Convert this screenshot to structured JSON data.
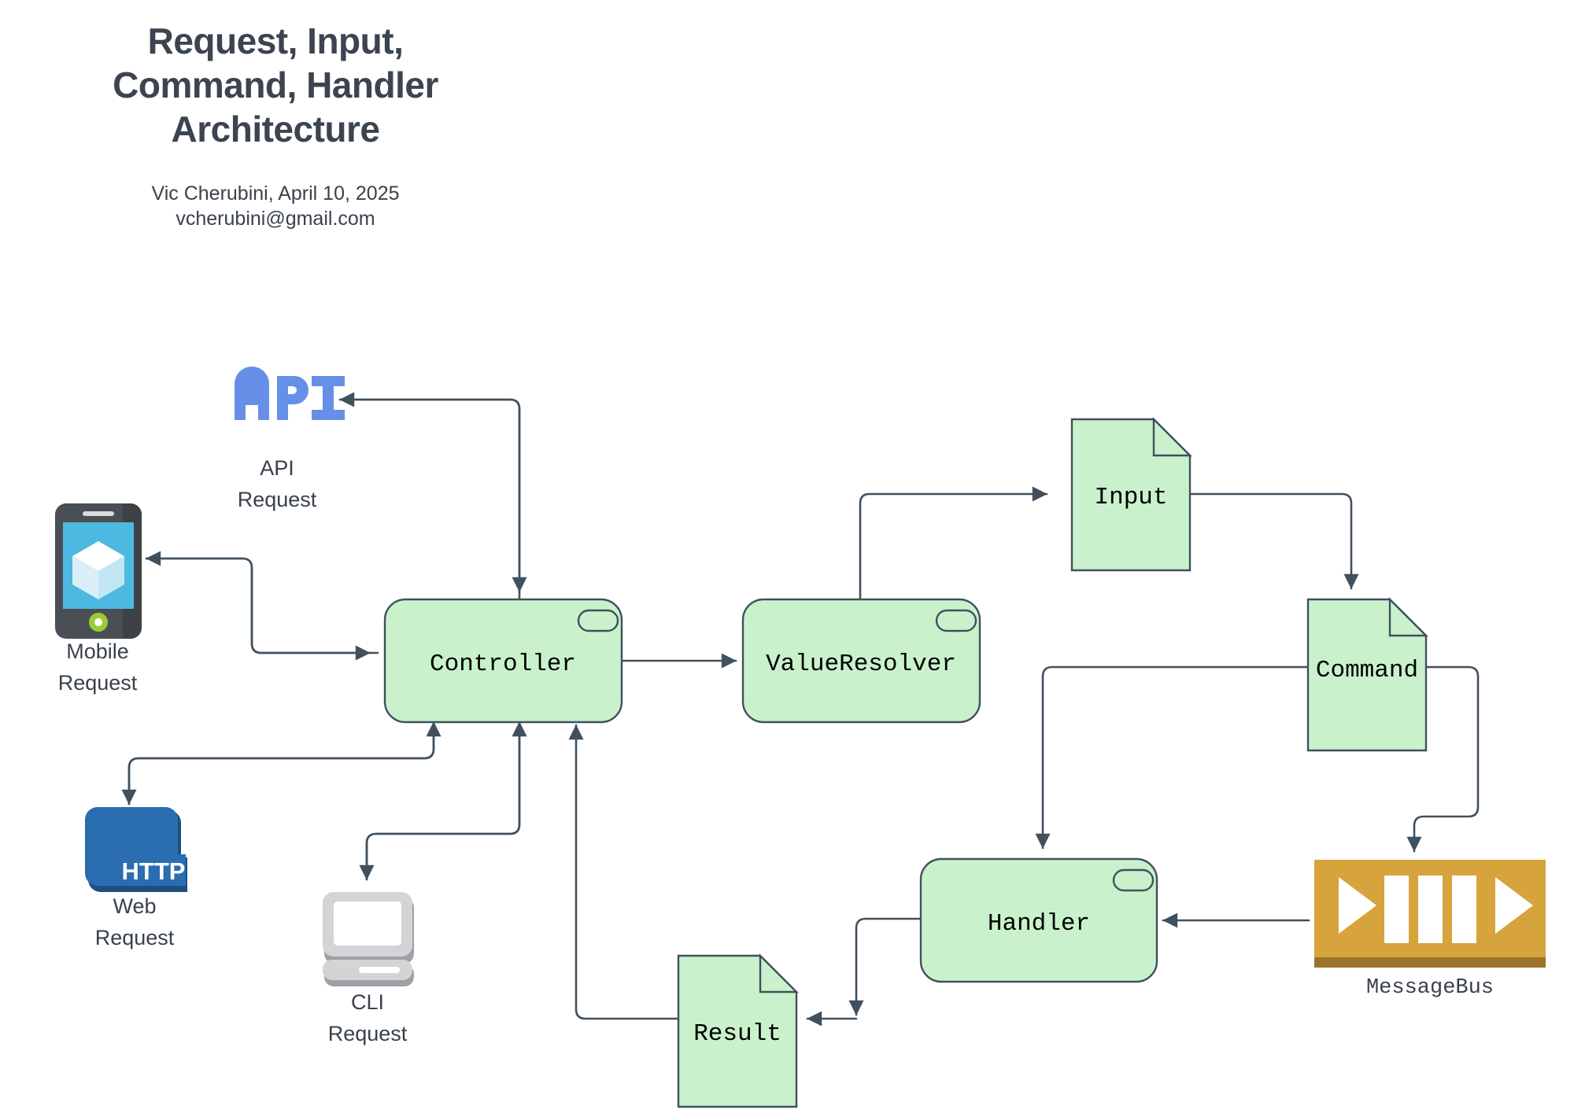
{
  "document": {
    "title": "Request, Input,\nCommand, Handler\nArchitecture",
    "title_line_1": "Request, Input,",
    "title_line_2": "Command, Handler",
    "title_line_3": "Architecture",
    "author_line": "Vic Cherubini, April 10, 2025",
    "email_line": "vcherubini@gmail.com"
  },
  "colors": {
    "node_fill": "#c9f2cc",
    "node_stroke": "#41505e",
    "edge": "#41505e",
    "title_text": "#3b4450",
    "api_blue": "#6690e8",
    "mobile_body": "#4a4f55",
    "mobile_screen": "#4db8e0",
    "mobile_button": "#9acd32",
    "web_blue": "#2a6db0",
    "web_blue_dark": "#1d4f80",
    "cli_gray": "#d3d4d6",
    "bus_gold": "#d6a33c",
    "bus_gold_dark": "#9a7428"
  },
  "icons": [
    {
      "id": "api",
      "glyph_name": "api-logo-icon",
      "glyph_text": "API",
      "label_line_1": "API",
      "label_line_2": "Request"
    },
    {
      "id": "mobile",
      "glyph_name": "mobile-phone-icon",
      "label_line_1": "Mobile",
      "label_line_2": "Request"
    },
    {
      "id": "web",
      "glyph_name": "http-web-icon",
      "badge_text": "HTTP",
      "label_line_1": "Web",
      "label_line_2": "Request"
    },
    {
      "id": "cli",
      "glyph_name": "desktop-computer-icon",
      "label_line_1": "CLI",
      "label_line_2": "Request"
    },
    {
      "id": "messagebus",
      "glyph_name": "message-bus-icon",
      "label_line_1": "MessageBus",
      "label_line_2": ""
    }
  ],
  "nodes": [
    {
      "id": "controller",
      "label": "Controller",
      "shape": "component"
    },
    {
      "id": "valueresolver",
      "label": "ValueResolver",
      "shape": "component"
    },
    {
      "id": "input",
      "label": "Input",
      "shape": "document"
    },
    {
      "id": "command",
      "label": "Command",
      "shape": "document"
    },
    {
      "id": "handler",
      "label": "Handler",
      "shape": "component"
    },
    {
      "id": "result",
      "label": "Result",
      "shape": "document"
    }
  ],
  "edges": [
    {
      "from": "controller",
      "to": "api",
      "kind": "response"
    },
    {
      "from": "controller",
      "to": "mobile",
      "kind": "response"
    },
    {
      "from": "controller",
      "to": "web",
      "kind": "response"
    },
    {
      "from": "controller",
      "to": "cli",
      "kind": "response"
    },
    {
      "from": "api",
      "to": "controller",
      "kind": "request"
    },
    {
      "from": "mobile",
      "to": "controller",
      "kind": "request"
    },
    {
      "from": "web",
      "to": "controller",
      "kind": "request"
    },
    {
      "from": "cli",
      "to": "controller",
      "kind": "request"
    },
    {
      "from": "controller",
      "to": "valueresolver",
      "kind": "flow"
    },
    {
      "from": "valueresolver",
      "to": "input",
      "kind": "flow"
    },
    {
      "from": "input",
      "to": "command",
      "kind": "flow"
    },
    {
      "from": "command",
      "to": "handler",
      "kind": "flow"
    },
    {
      "from": "command",
      "to": "messagebus",
      "kind": "flow"
    },
    {
      "from": "messagebus",
      "to": "handler",
      "kind": "flow"
    },
    {
      "from": "handler",
      "to": "result",
      "kind": "flow"
    },
    {
      "from": "result",
      "to": "controller",
      "kind": "flow"
    }
  ]
}
